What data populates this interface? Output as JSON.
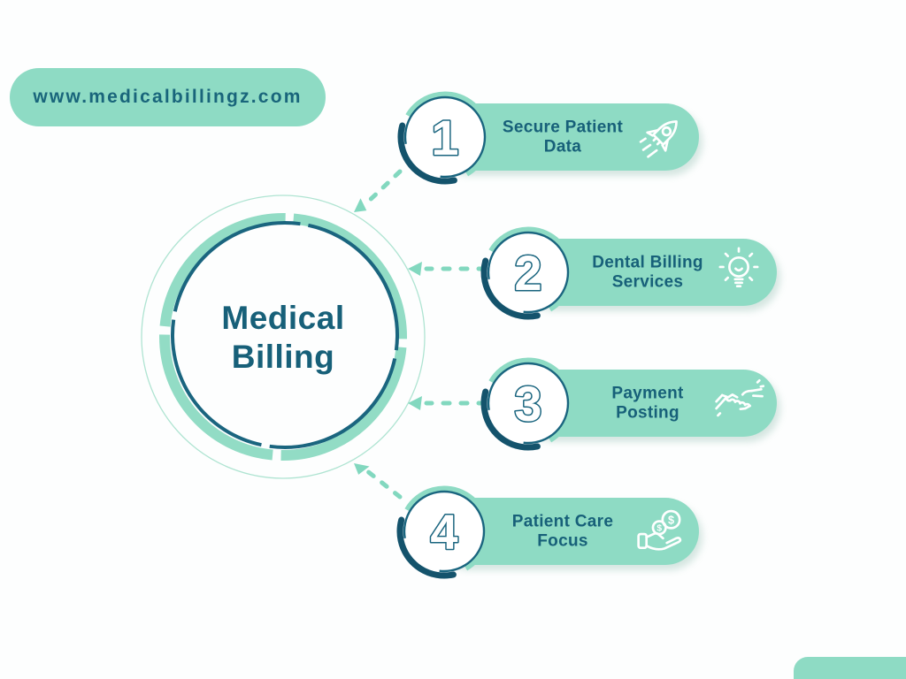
{
  "website_pill": {
    "url": "www.medicalbillingz.com"
  },
  "center": {
    "line1": "Medical",
    "line2": "Billing"
  },
  "items": [
    {
      "number": "1",
      "line1": "Secure Patient",
      "line2": "Data",
      "icon": "rocket-icon"
    },
    {
      "number": "2",
      "line1": "Dental Billing",
      "line2": "Services",
      "icon": "lightbulb-icon"
    },
    {
      "number": "3",
      "line1": "Payment",
      "line2": "Posting",
      "icon": "handshake-icon"
    },
    {
      "number": "4",
      "line1": "Patient Care",
      "line2": "Focus",
      "icon": "hand-coin-icon"
    }
  ],
  "colors": {
    "mint": "#8edbc4",
    "mint_ring": "#92dcc5",
    "mint_light": "#afe4d2",
    "arrow": "#82d8bf",
    "teal_text": "#176079",
    "teal_outline": "#1a657f",
    "teal_dark": "#14536c",
    "background": "#fdfefe"
  }
}
